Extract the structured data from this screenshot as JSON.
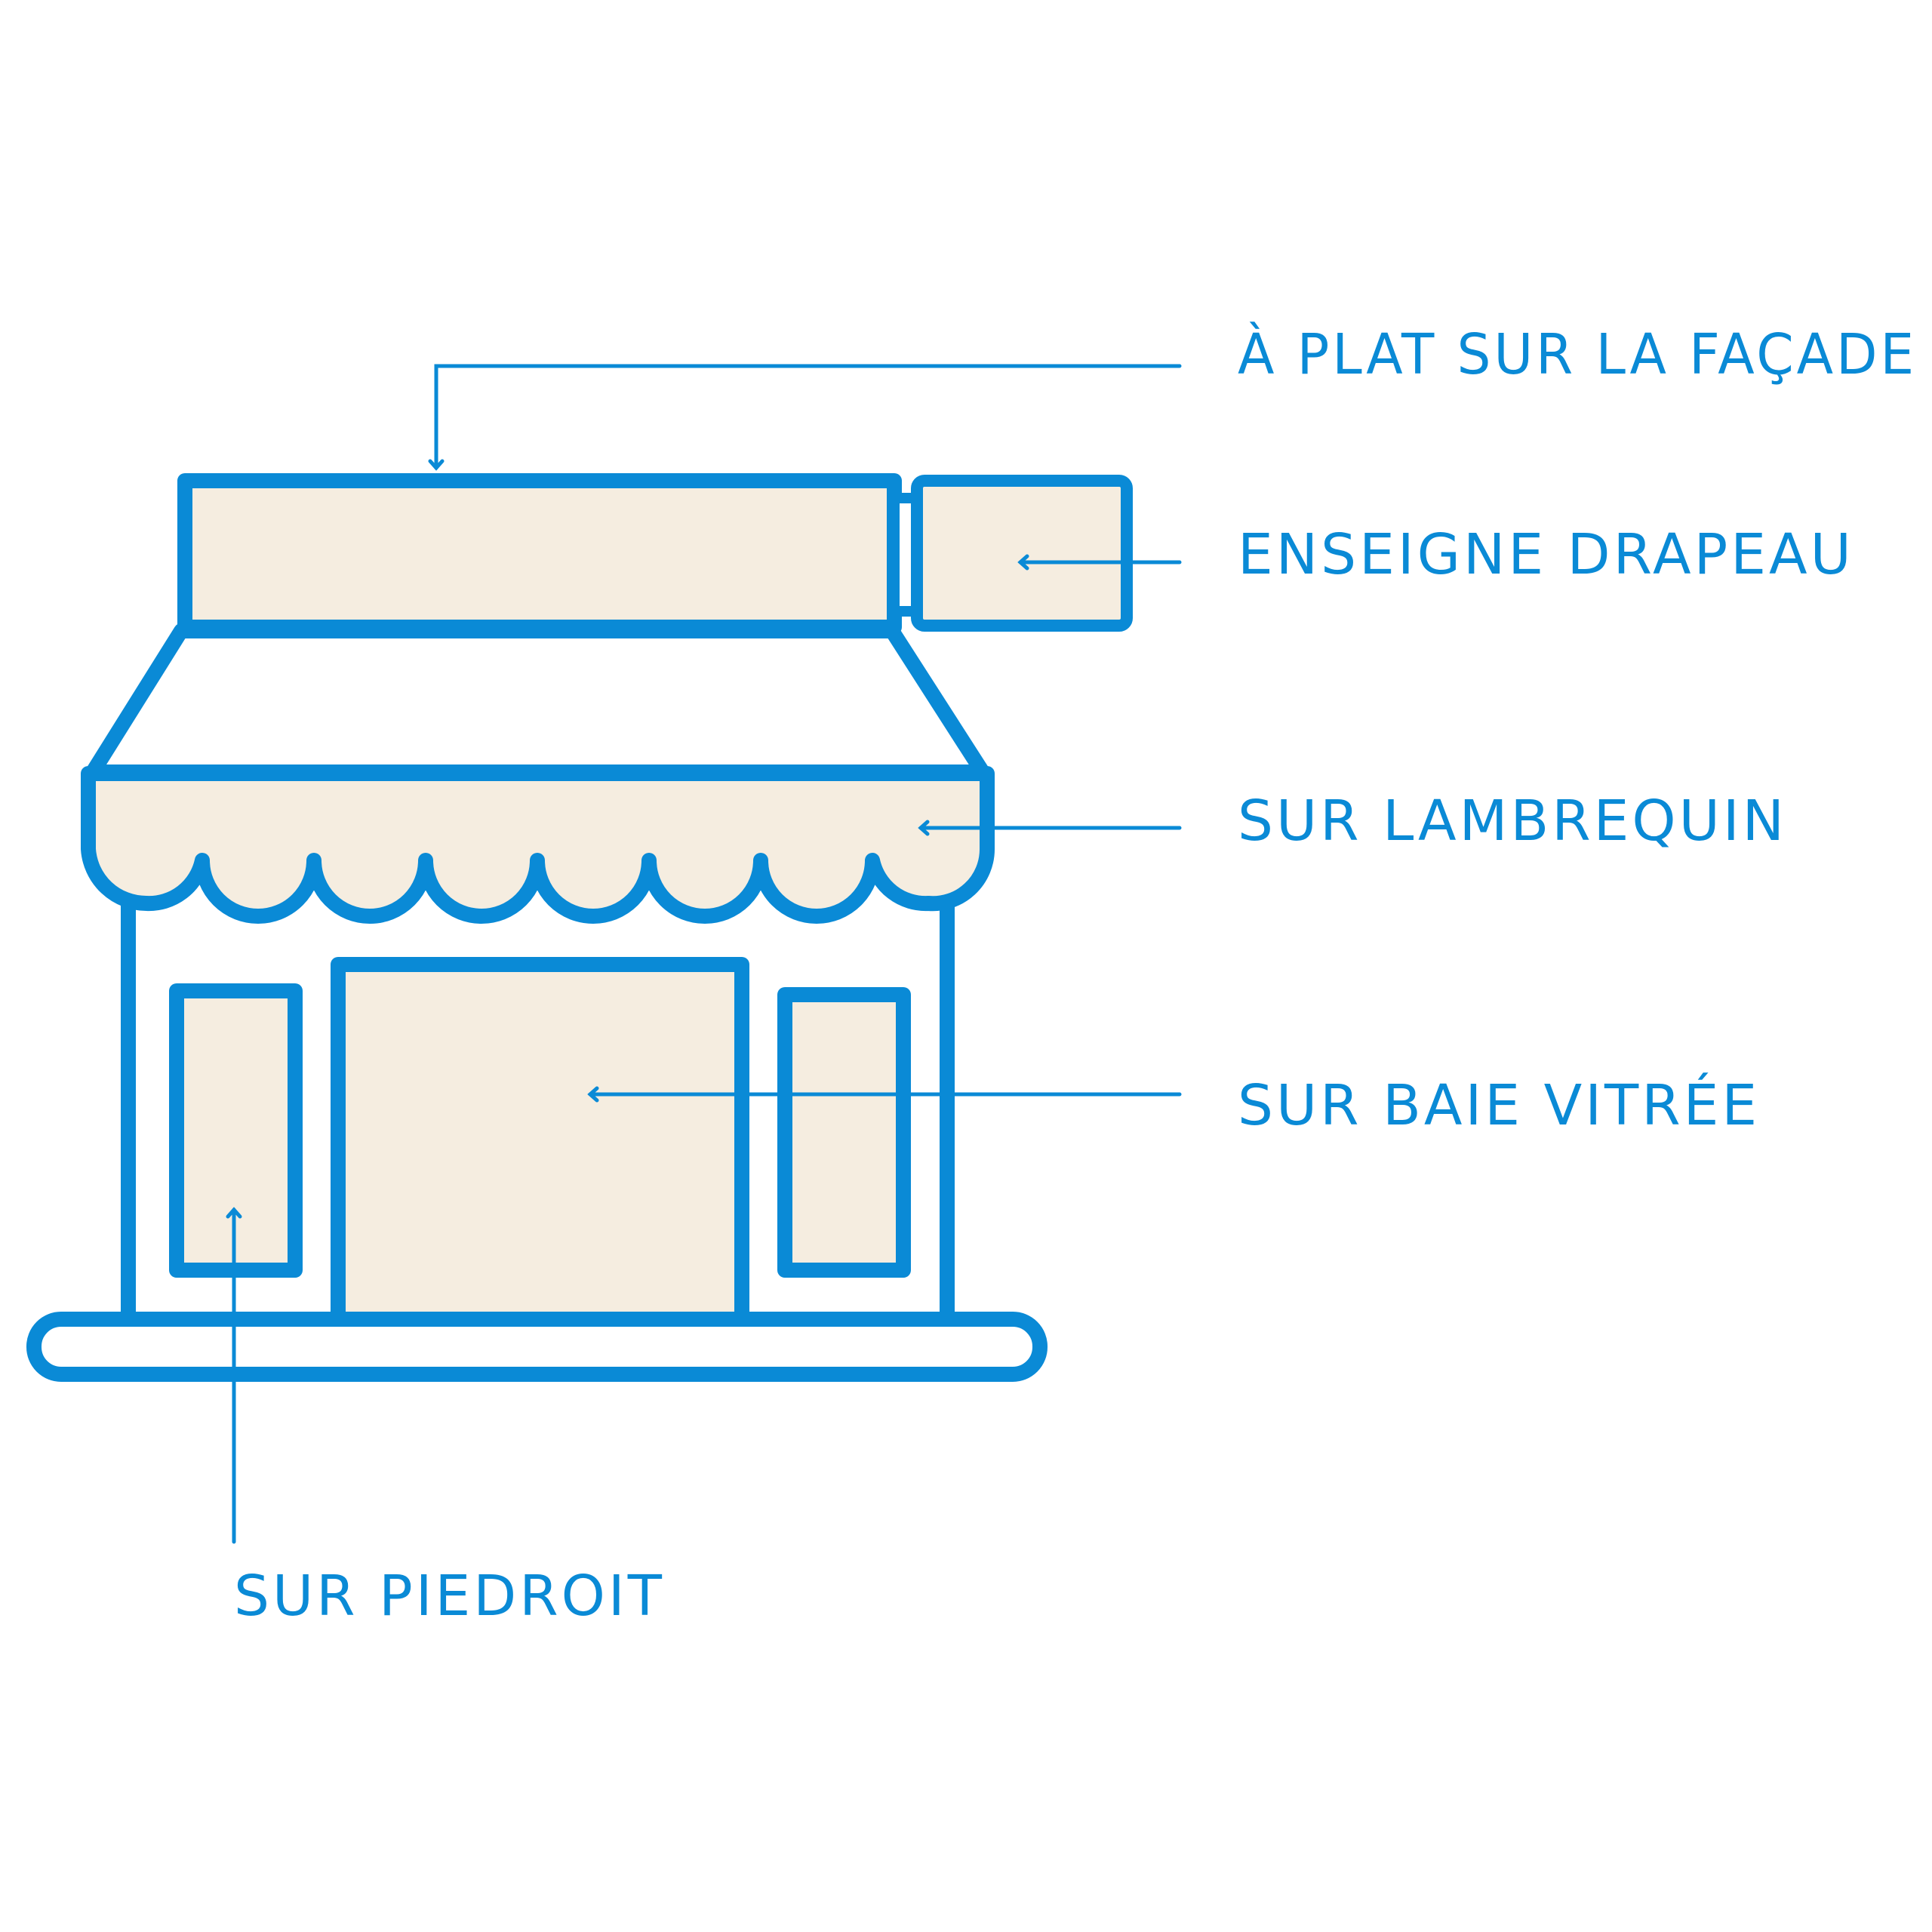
{
  "colors": {
    "outline": "#0a8ad6",
    "fill": "#f5ede0",
    "background": "#ffffff"
  },
  "labels": {
    "facade": "À PLAT SUR LA FAÇADE",
    "flag": "ENSEIGNE DRAPEAU",
    "valance": "SUR LAMBREQUIN",
    "bay_window": "SUR BAIE VITRÉE",
    "pier": "SUR PIEDROIT"
  }
}
